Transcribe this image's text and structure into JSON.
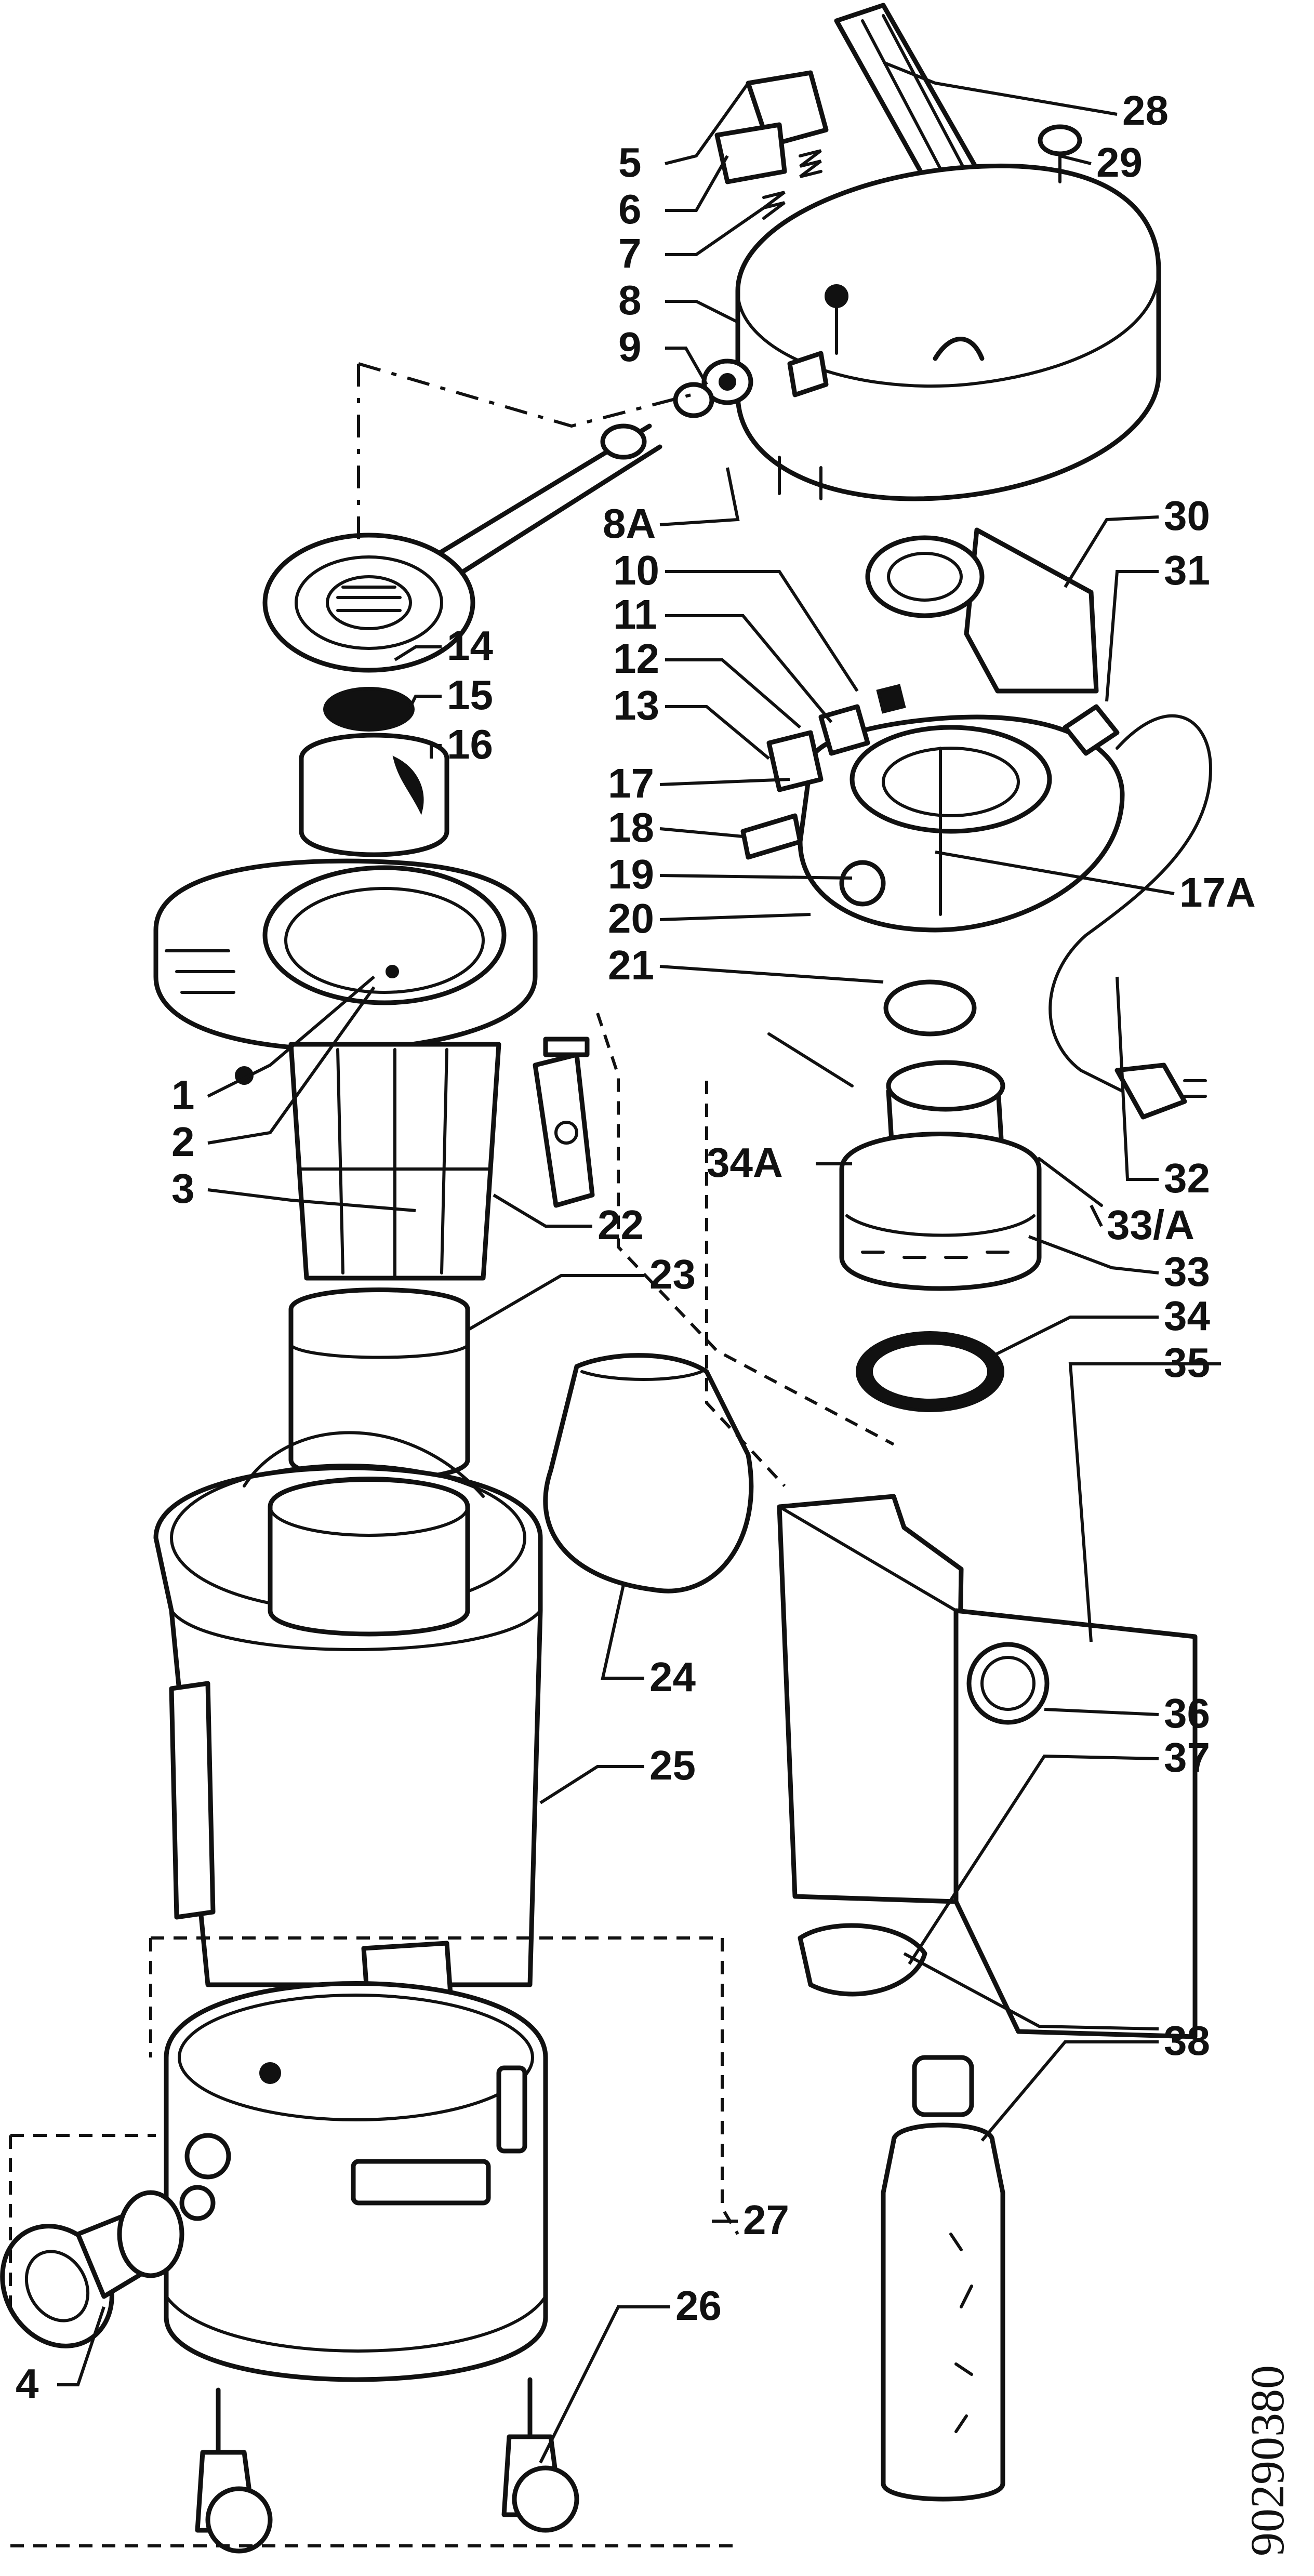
{
  "labels": {
    "l1": "1",
    "l2": "2",
    "l3": "3",
    "l4": "4",
    "l5": "5",
    "l6": "6",
    "l7": "7",
    "l8": "8",
    "l9": "9",
    "l8a": "8A",
    "l10": "10",
    "l11": "11",
    "l12": "12",
    "l13": "13",
    "l14": "14",
    "l15": "15",
    "l16": "16",
    "l17": "17",
    "l17a": "17A",
    "l18": "18",
    "l19": "19",
    "l20": "20",
    "l21": "21",
    "l22": "22",
    "l23": "23",
    "l24": "24",
    "l25": "25",
    "l26": "26",
    "l27": "27",
    "l28": "28",
    "l29": "29",
    "l30": "30",
    "l31": "31",
    "l32": "32",
    "l33": "33",
    "l33a": "33/A",
    "l34": "34",
    "l34a": "34A",
    "l35": "35",
    "l36": "36",
    "l37": "37",
    "l38": "38"
  },
  "drawing_code": "90290380"
}
